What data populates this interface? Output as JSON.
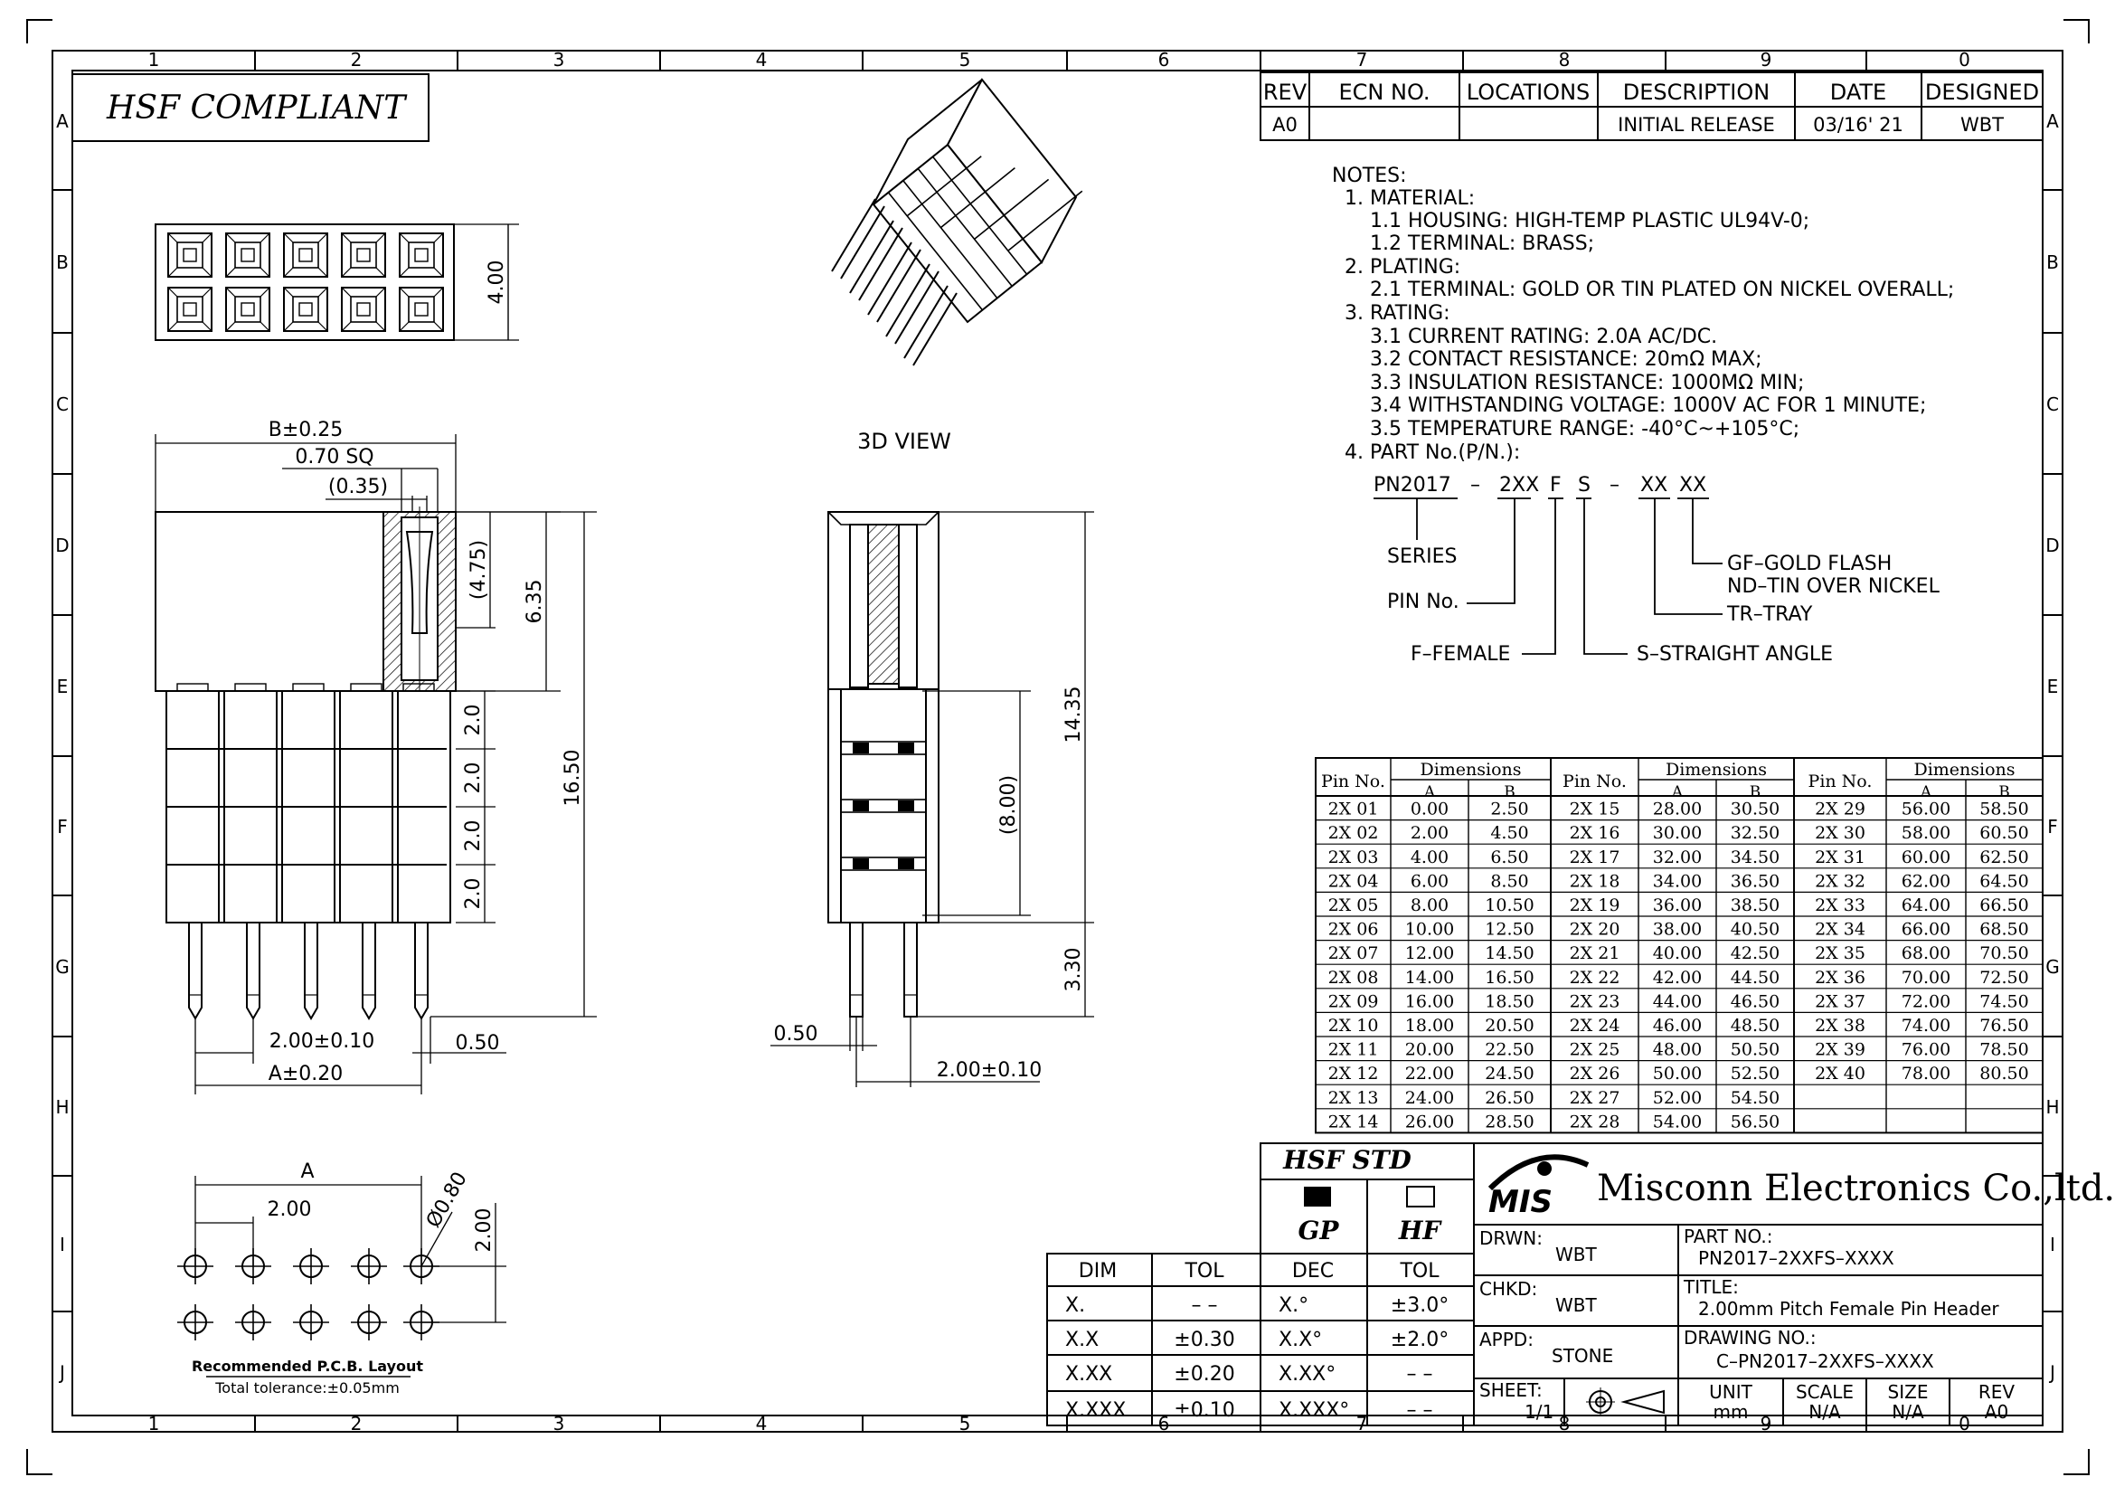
{
  "compliance": {
    "label": "HSF COMPLIANT"
  },
  "grid": {
    "columns": [
      "1",
      "2",
      "3",
      "4",
      "5",
      "6",
      "7",
      "8",
      "9",
      "0"
    ],
    "rows": [
      "A",
      "B",
      "C",
      "D",
      "E",
      "F",
      "G",
      "H",
      "I",
      "J"
    ]
  },
  "revision_table": {
    "headers": [
      "REV",
      "ECN NO.",
      "LOCATIONS",
      "DESCRIPTION",
      "DATE",
      "DESIGNED"
    ],
    "row": [
      "A0",
      "",
      "",
      "INITIAL RELEASE",
      "03/16' 21",
      "WBT"
    ]
  },
  "notes": {
    "heading": "NOTES:",
    "lines": [
      "1. MATERIAL:",
      "1.1 HOUSING: HIGH-TEMP PLASTIC UL94V-0;",
      "1.2 TERMINAL: BRASS;",
      "2. PLATING:",
      "2.1 TERMINAL: GOLD OR TIN PLATED ON NICKEL OVERALL;",
      "3. RATING:",
      "3.1 CURRENT RATING: 2.0A AC/DC.",
      "3.2 CONTACT RESISTANCE: 20mΩ MAX;",
      "3.3 INSULATION RESISTANCE: 1000MΩ MIN;",
      "3.4 WITHSTANDING VOLTAGE: 1000V AC FOR 1 MINUTE;",
      "3.5 TEMPERATURE RANGE: -40°C~+105°C;",
      "4. PART No.(P/N.):"
    ]
  },
  "part_number_breakdown": {
    "tokens": [
      "PN2017",
      "–",
      "2XX",
      "F",
      "S",
      "–",
      "XX",
      "XX"
    ],
    "series": "SERIES",
    "pin_no": "PIN No.",
    "female": "F–FEMALE",
    "straight": "S–STRAIGHT ANGLE",
    "tray": "TR–TRAY",
    "gold_flash": "GF–GOLD FLASH",
    "tin": "ND–TIN OVER NICKEL"
  },
  "view_labels": {
    "three_d": "3D VIEW"
  },
  "dimensions": {
    "top_height": "4.00",
    "b_tol": "B±0.25",
    "sq": "0.70 SQ",
    "ref_035": "(0.35)",
    "ref_475": "(4.75)",
    "d635": "6.35",
    "d1650": "16.50",
    "pitch_a": "2.0",
    "pitch_b": "2.0",
    "pitch_c": "2.0",
    "pitch_d": "2.0",
    "pitch_tol": "2.00±0.10",
    "pin_w": "0.50",
    "a_tol": "A±0.20",
    "side_pin_w": "0.50",
    "side_pitch_tol": "2.00±0.10",
    "d1435": "14.35",
    "ref_800": "(8.00)",
    "d330": "3.30",
    "pcb_a": "A",
    "pcb_pitch_x": "2.00",
    "pcb_pitch_y": "2.00",
    "pcb_hole": "Ø0.80"
  },
  "pcb_layout": {
    "title": "Recommended P.C.B. Layout",
    "tolerance": "Total tolerance:±0.05mm"
  },
  "dim_table": {
    "header": {
      "pin": "Pin No.",
      "dims": "Dimensions",
      "a": "A",
      "b": "B"
    },
    "rows": [
      [
        [
          "2X 01",
          "0.00",
          "2.50"
        ],
        [
          "2X 15",
          "28.00",
          "30.50"
        ],
        [
          "2X 29",
          "56.00",
          "58.50"
        ]
      ],
      [
        [
          "2X 02",
          "2.00",
          "4.50"
        ],
        [
          "2X 16",
          "30.00",
          "32.50"
        ],
        [
          "2X 30",
          "58.00",
          "60.50"
        ]
      ],
      [
        [
          "2X 03",
          "4.00",
          "6.50"
        ],
        [
          "2X 17",
          "32.00",
          "34.50"
        ],
        [
          "2X 31",
          "60.00",
          "62.50"
        ]
      ],
      [
        [
          "2X 04",
          "6.00",
          "8.50"
        ],
        [
          "2X 18",
          "34.00",
          "36.50"
        ],
        [
          "2X 32",
          "62.00",
          "64.50"
        ]
      ],
      [
        [
          "2X 05",
          "8.00",
          "10.50"
        ],
        [
          "2X 19",
          "36.00",
          "38.50"
        ],
        [
          "2X 33",
          "64.00",
          "66.50"
        ]
      ],
      [
        [
          "2X 06",
          "10.00",
          "12.50"
        ],
        [
          "2X 20",
          "38.00",
          "40.50"
        ],
        [
          "2X 34",
          "66.00",
          "68.50"
        ]
      ],
      [
        [
          "2X 07",
          "12.00",
          "14.50"
        ],
        [
          "2X 21",
          "40.00",
          "42.50"
        ],
        [
          "2X 35",
          "68.00",
          "70.50"
        ]
      ],
      [
        [
          "2X 08",
          "14.00",
          "16.50"
        ],
        [
          "2X 22",
          "42.00",
          "44.50"
        ],
        [
          "2X 36",
          "70.00",
          "72.50"
        ]
      ],
      [
        [
          "2X 09",
          "16.00",
          "18.50"
        ],
        [
          "2X 23",
          "44.00",
          "46.50"
        ],
        [
          "2X 37",
          "72.00",
          "74.50"
        ]
      ],
      [
        [
          "2X 10",
          "18.00",
          "20.50"
        ],
        [
          "2X 24",
          "46.00",
          "48.50"
        ],
        [
          "2X 38",
          "74.00",
          "76.50"
        ]
      ],
      [
        [
          "2X 11",
          "20.00",
          "22.50"
        ],
        [
          "2X 25",
          "48.00",
          "50.50"
        ],
        [
          "2X 39",
          "76.00",
          "78.50"
        ]
      ],
      [
        [
          "2X 12",
          "22.00",
          "24.50"
        ],
        [
          "2X 26",
          "50.00",
          "52.50"
        ],
        [
          "2X 40",
          "78.00",
          "80.50"
        ]
      ],
      [
        [
          "2X 13",
          "24.00",
          "26.50"
        ],
        [
          "2X 27",
          "52.00",
          "54.50"
        ],
        [
          "",
          "",
          ""
        ]
      ],
      [
        [
          "2X 14",
          "26.00",
          "28.50"
        ],
        [
          "2X 28",
          "54.00",
          "56.50"
        ],
        [
          "",
          "",
          ""
        ]
      ]
    ]
  },
  "tolerance_table": {
    "headers": [
      "DIM",
      "TOL",
      "DEC",
      "TOL"
    ],
    "rows": [
      [
        "X.",
        "– –",
        "X.°",
        "±3.0°"
      ],
      [
        "X.X",
        "±0.30",
        "X.X°",
        "±2.0°"
      ],
      [
        "X.XX",
        "±0.20",
        "X.XX°",
        "– –"
      ],
      [
        "X.XXX",
        "±0.10",
        "X.XXX°",
        "– –"
      ]
    ]
  },
  "hsf_std": {
    "title": "HSF STD",
    "gp": "GP",
    "hf": "HF"
  },
  "company": {
    "logo": "MIS",
    "name": "Misconn Electronics Co.,ltd."
  },
  "title_block": {
    "drwn_label": "DRWN:",
    "drwn": "WBT",
    "chkd_label": "CHKD:",
    "chkd": "WBT",
    "appd_label": "APPD:",
    "appd": "STONE",
    "sheet_label": "SHEET:",
    "sheet": "1/1",
    "part_no_label": "PART NO.:",
    "part_no": "PN2017–2XXFS–XXXX",
    "title_label": "TITLE:",
    "title": "2.00mm Pitch Female Pin Header",
    "drawing_no_label": "DRAWING NO.:",
    "drawing_no": "C–PN2017–2XXFS–XXXX",
    "unit_label": "UNIT",
    "unit": "mm",
    "scale_label": "SCALE",
    "scale": "N/A",
    "size_label": "SIZE",
    "size": "N/A",
    "rev_label": "REV",
    "rev": "A0"
  }
}
